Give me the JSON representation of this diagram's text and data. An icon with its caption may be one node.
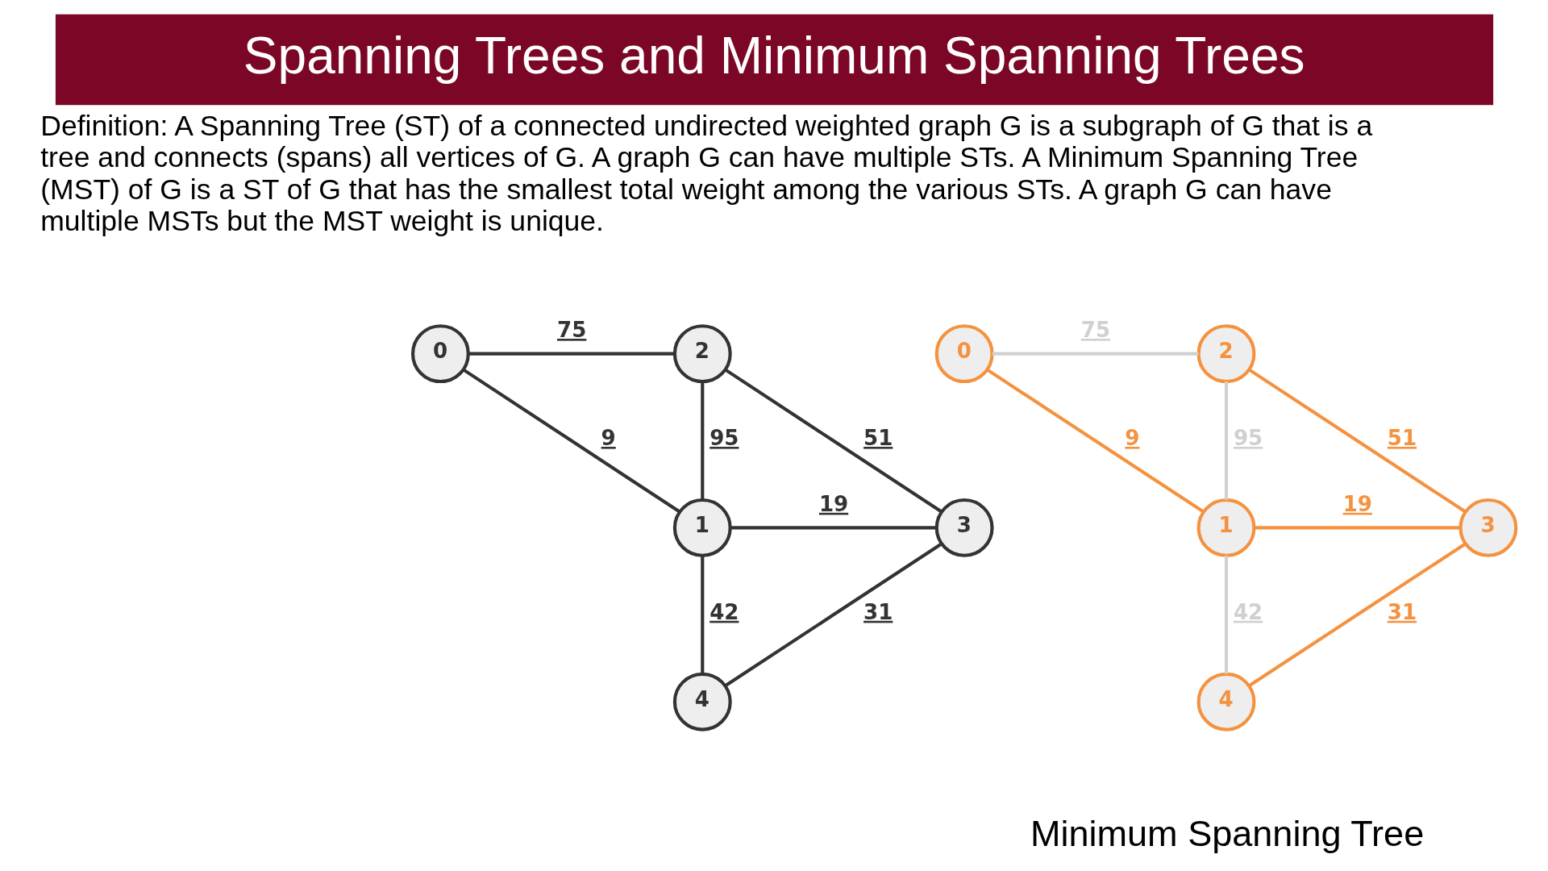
{
  "diagram": {
    "title": "Spanning Trees and Minimum Spanning Trees",
    "nodes": [
      {
        "text": [
          "0"
        ]
      },
      {
        "text": [
          "2"
        ]
      },
      {
        "text": [
          "1"
        ]
      },
      {
        "text": [
          "3"
        ]
      },
      {
        "text": [
          "4"
        ]
      },
      {
        "text": [
          "0"
        ]
      },
      {
        "text": [
          "2"
        ]
      },
      {
        "text": [
          "1"
        ]
      },
      {
        "text": [
          "3"
        ]
      },
      {
        "text": [
          "4"
        ]
      }
    ],
    "edges": [
      {
        "from": 0,
        "to": 1,
        "arrow": "none",
        "label": "75"
      },
      {
        "from": 0,
        "to": 2,
        "arrow": "none",
        "label": "9"
      },
      {
        "from": 1,
        "to": 2,
        "arrow": "none",
        "label": "95"
      },
      {
        "from": 1,
        "to": 3,
        "arrow": "none",
        "label": "51"
      },
      {
        "from": 2,
        "to": 3,
        "arrow": "none",
        "label": "19"
      },
      {
        "from": 2,
        "to": 4,
        "arrow": "none",
        "label": "42"
      },
      {
        "from": 3,
        "to": 4,
        "arrow": "none",
        "label": "31"
      },
      {
        "from": 5,
        "to": 6,
        "arrow": "none",
        "label": "75",
        "color": "#d0d0d0"
      },
      {
        "from": 5,
        "to": 7,
        "arrow": "none",
        "label": "9",
        "color": "#f4923f"
      },
      {
        "from": 6,
        "to": 7,
        "arrow": "none",
        "label": "95",
        "color": "#d0d0d0"
      },
      {
        "from": 6,
        "to": 8,
        "arrow": "none",
        "label": "51",
        "color": "#f4923f"
      },
      {
        "from": 7,
        "to": 8,
        "arrow": "none",
        "label": "19",
        "color": "#f4923f"
      },
      {
        "from": 7,
        "to": 9,
        "arrow": "none",
        "label": "42",
        "color": "#d0d0d0"
      },
      {
        "from": 8,
        "to": 9,
        "arrow": "none",
        "label": "31",
        "color": "#f4923f"
      }
    ],
    "labels": [
      "Definition: A Spanning Tree (ST) of a connected undirected weighted graph G is a subgraph of G that is a tree and connects (spans) all vertices of G. A graph G can have multiple STs. A Minimum Spanning Tree (MST) of G is a ST of G that has the smallest total weight among the various STs. A graph G can have multiple MSTs but the MST weight is unique.",
      "Minimum Spanning Tree"
    ]
  }
}
